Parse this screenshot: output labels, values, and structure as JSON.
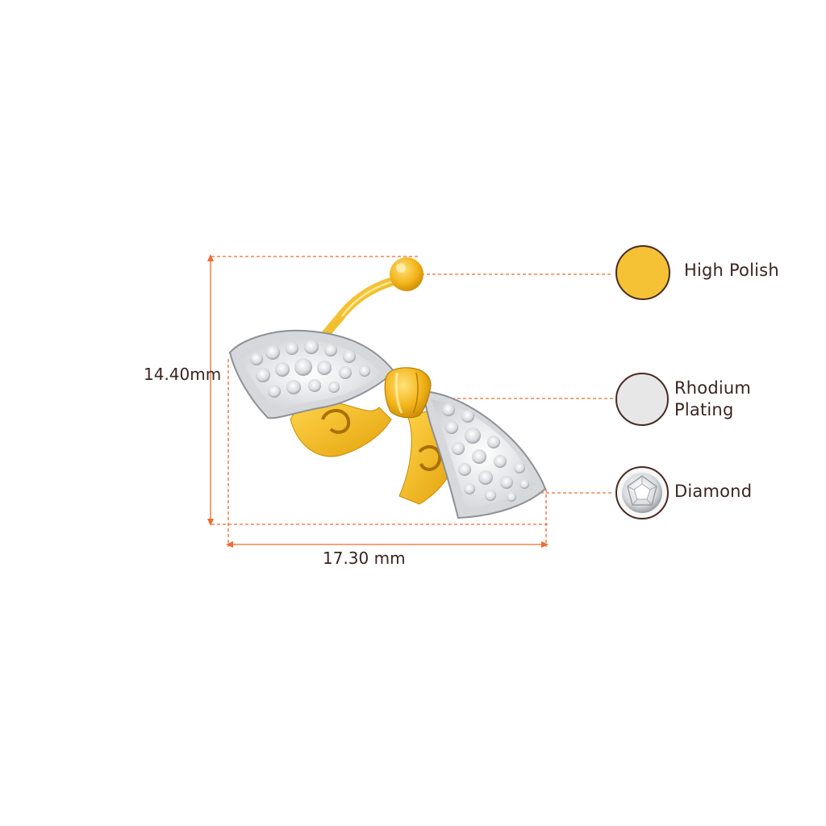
{
  "dimensions": {
    "height": "14.40mm",
    "width": "17.30 mm"
  },
  "materials": [
    {
      "label": "High Polish",
      "swatch_color": "#f5c236",
      "icon": "gold-swatch-icon"
    },
    {
      "label": "Rhodium Plating",
      "swatch_color": "#e7e7e7",
      "icon": "rhodium-swatch-icon"
    },
    {
      "label": "Diamond",
      "swatch_color": "#f2f2f2",
      "icon": "diamond-swatch-icon"
    }
  ],
  "colors": {
    "guide": "#f26a2e",
    "swatch_border": "#4a2a22",
    "gold": "#f2b317",
    "text": "#3b2420"
  }
}
